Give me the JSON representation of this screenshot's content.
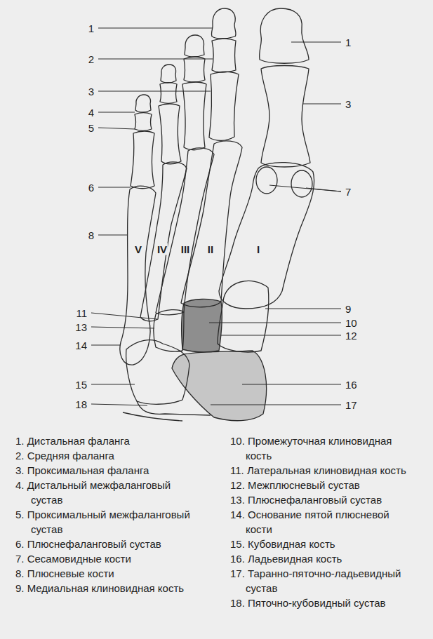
{
  "diagram": {
    "labels": [
      "1",
      "2",
      "3",
      "4",
      "5",
      "6",
      "8",
      "11",
      "13",
      "14",
      "15",
      "18",
      "1",
      "3",
      "7",
      "9",
      "10",
      "12",
      "16",
      "17",
      "V",
      "IV",
      "III",
      "II",
      "I",
      "1. Дистальная фаланга",
      "2. Средняя фаланга",
      "3. Проксимальная фаланга",
      "4. Дистальный межфаланговый сустав",
      "5. Проксимальный межфаланговый сустав",
      "6. Плюснефаланговый сустав",
      "7. Сесамовидные кости",
      "8. Плюсневые кости",
      "9. Медиальная клиновидная кость",
      "10. Промежуточная клиновидная кость",
      "11. Латеральная клиновидная кость",
      "12. Межплюсневый сустав",
      "13. Плюснефаланговый сустав",
      "14. Основание пятой плюсневой кости",
      "15. Кубовидная кость",
      "16. Ладьевидная кость",
      "17. Таранно-пяточно-ладьевидный сустав",
      "18. Пяточно-кубовидный сустав"
    ]
  }
}
